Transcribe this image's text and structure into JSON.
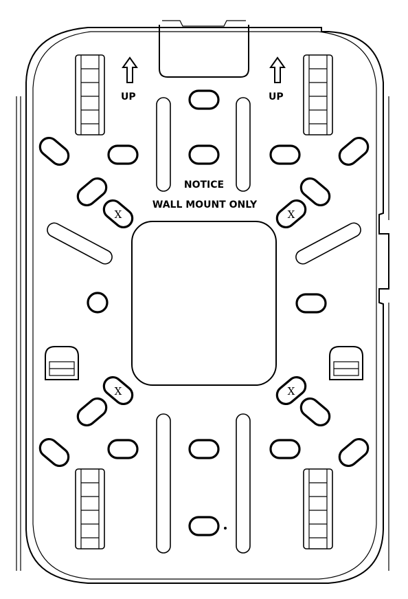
{
  "labels": {
    "up_left": "UP",
    "up_right": "UP",
    "notice": "NOTICE",
    "wall_mount": "WALL MOUNT ONLY",
    "x_mark": "X"
  }
}
